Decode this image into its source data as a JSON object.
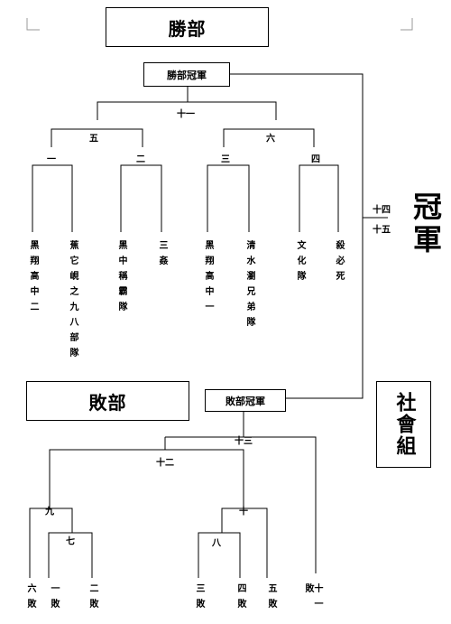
{
  "winners": {
    "section_title": "勝部",
    "champion_box": "勝部冠軍",
    "match_11": "十一",
    "match_5": "五",
    "match_6": "六",
    "match_1": "一",
    "match_2": "二",
    "match_3": "三",
    "match_4": "四",
    "teams": [
      "黑翔高中二",
      "蕉它峴之九八部隊",
      "黑中稱霸隊",
      "三姦",
      "黑翔高中一",
      "清水瀏兄弟隊",
      "文化隊",
      "殺必死"
    ]
  },
  "final": {
    "match_14": "十四",
    "match_15": "十五",
    "champion_label": "冠軍",
    "group_label": "社會組"
  },
  "losers": {
    "section_title": "敗部",
    "champion_box": "敗部冠軍",
    "match_13": "十三",
    "match_12": "十二",
    "match_9": "九",
    "match_10": "十",
    "match_7": "七",
    "match_8": "八",
    "entries": [
      "六敗",
      "一敗",
      "二敗",
      "三敗",
      "四敗",
      "五敗",
      "十一敗"
    ]
  }
}
